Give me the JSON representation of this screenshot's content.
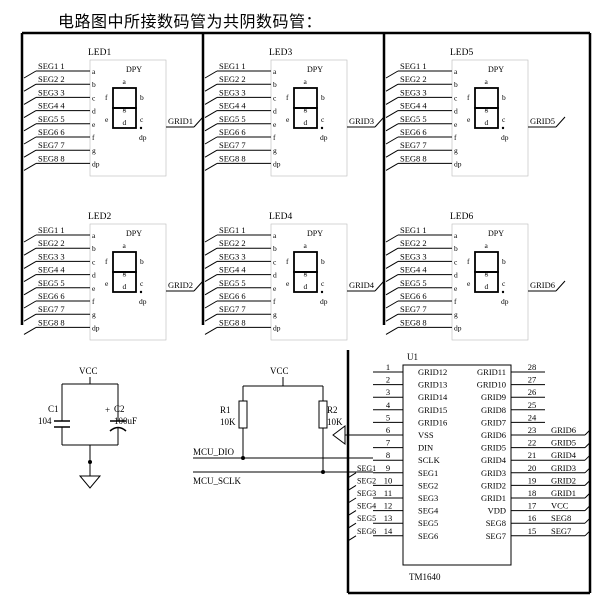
{
  "title": "电路图中所接数码管为共阴数码管：",
  "displays": [
    {
      "name": "LED1",
      "grid": "GRID1"
    },
    {
      "name": "LED3",
      "grid": "GRID3"
    },
    {
      "name": "LED5",
      "grid": "GRID5"
    },
    {
      "name": "LED2",
      "grid": "GRID2"
    },
    {
      "name": "LED4",
      "grid": "GRID4"
    },
    {
      "name": "LED6",
      "grid": "GRID6"
    }
  ],
  "display_part": "DPY",
  "display_pins": [
    {
      "seg": "SEG1",
      "num": "1",
      "pin": "a"
    },
    {
      "seg": "SEG2",
      "num": "2",
      "pin": "b"
    },
    {
      "seg": "SEG3",
      "num": "3",
      "pin": "c"
    },
    {
      "seg": "SEG4",
      "num": "4",
      "pin": "d"
    },
    {
      "seg": "SEG5",
      "num": "5",
      "pin": "e"
    },
    {
      "seg": "SEG6",
      "num": "6",
      "pin": "f"
    },
    {
      "seg": "SEG7",
      "num": "7",
      "pin": "g"
    },
    {
      "seg": "SEG8",
      "num": "8",
      "pin": "dp"
    }
  ],
  "segment_glyph_labels": {
    "a": "a",
    "b": "b",
    "c": "c",
    "d": "d",
    "e": "e",
    "f": "f",
    "g": "g",
    "dp": "dp"
  },
  "power": {
    "vcc1": "VCC",
    "vcc2": "VCC",
    "c1_name": "C1",
    "c1_value": "104",
    "c2_name": "C2",
    "c2_value": "100uF",
    "c2_polarity": "+",
    "r1_name": "R1",
    "r1_value": "10K",
    "r2_name": "R2",
    "r2_value": "10K",
    "net_dio": "MCU_DIO",
    "net_sclk": "MCU_SCLK"
  },
  "ic": {
    "ref": "U1",
    "part": "TM1640",
    "left_pins": [
      {
        "num": "1",
        "name": "GRID12"
      },
      {
        "num": "2",
        "name": "GRID13"
      },
      {
        "num": "3",
        "name": "GRID14"
      },
      {
        "num": "4",
        "name": "GRID15"
      },
      {
        "num": "5",
        "name": "GRID16"
      },
      {
        "num": "6",
        "name": "VSS"
      },
      {
        "num": "7",
        "name": "DIN"
      },
      {
        "num": "8",
        "name": "SCLK"
      },
      {
        "num": "9",
        "name": "SEG1",
        "net": "SEG1"
      },
      {
        "num": "10",
        "name": "SEG2",
        "net": "SEG2"
      },
      {
        "num": "11",
        "name": "SEG3",
        "net": "SEG3"
      },
      {
        "num": "12",
        "name": "SEG4",
        "net": "SEG4"
      },
      {
        "num": "13",
        "name": "SEG5",
        "net": "SEG5"
      },
      {
        "num": "14",
        "name": "SEG6",
        "net": "SEG6"
      }
    ],
    "right_pins": [
      {
        "num": "28",
        "name": "GRID11"
      },
      {
        "num": "27",
        "name": "GRID10"
      },
      {
        "num": "26",
        "name": "GRID9"
      },
      {
        "num": "25",
        "name": "GRID8"
      },
      {
        "num": "24",
        "name": "GRID7"
      },
      {
        "num": "23",
        "name": "GRID6",
        "net": "GRID6"
      },
      {
        "num": "22",
        "name": "GRID5",
        "net": "GRID5"
      },
      {
        "num": "21",
        "name": "GRID4",
        "net": "GRID4"
      },
      {
        "num": "20",
        "name": "GRID3",
        "net": "GRID3"
      },
      {
        "num": "19",
        "name": "GRID2",
        "net": "GRID2"
      },
      {
        "num": "18",
        "name": "GRID1",
        "net": "GRID1"
      },
      {
        "num": "17",
        "name": "VDD",
        "net": "VCC"
      },
      {
        "num": "16",
        "name": "SEG8",
        "net": "SEG8"
      },
      {
        "num": "15",
        "name": "SEG7",
        "net": "SEG7"
      }
    ]
  }
}
